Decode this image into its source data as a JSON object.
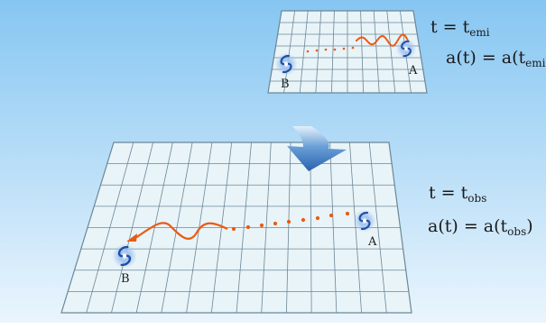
{
  "top_panel": {
    "time_eq": {
      "lhs": "t = t",
      "sub": "emi"
    },
    "scale_eq": {
      "lhs": "a(t) = a(t",
      "sub": "emi",
      "rhs": ")"
    },
    "galaxy_a_label": "A",
    "galaxy_b_label": "B"
  },
  "bottom_panel": {
    "time_eq": {
      "lhs": "t = t",
      "sub": "obs"
    },
    "scale_eq": {
      "lhs": "a(t) = a(t",
      "sub": "obs",
      "rhs": ")"
    },
    "galaxy_a_label": "A",
    "galaxy_b_label": "B"
  },
  "colors": {
    "background_top": "#86c6f2",
    "background_bottom": "#eaf5fd",
    "grid_fill": "#e9f4f8",
    "grid_line": "#6b8797",
    "photon": "#ea5a12",
    "galaxy": "#1f4fa8",
    "arrow": "#2d66b4"
  }
}
